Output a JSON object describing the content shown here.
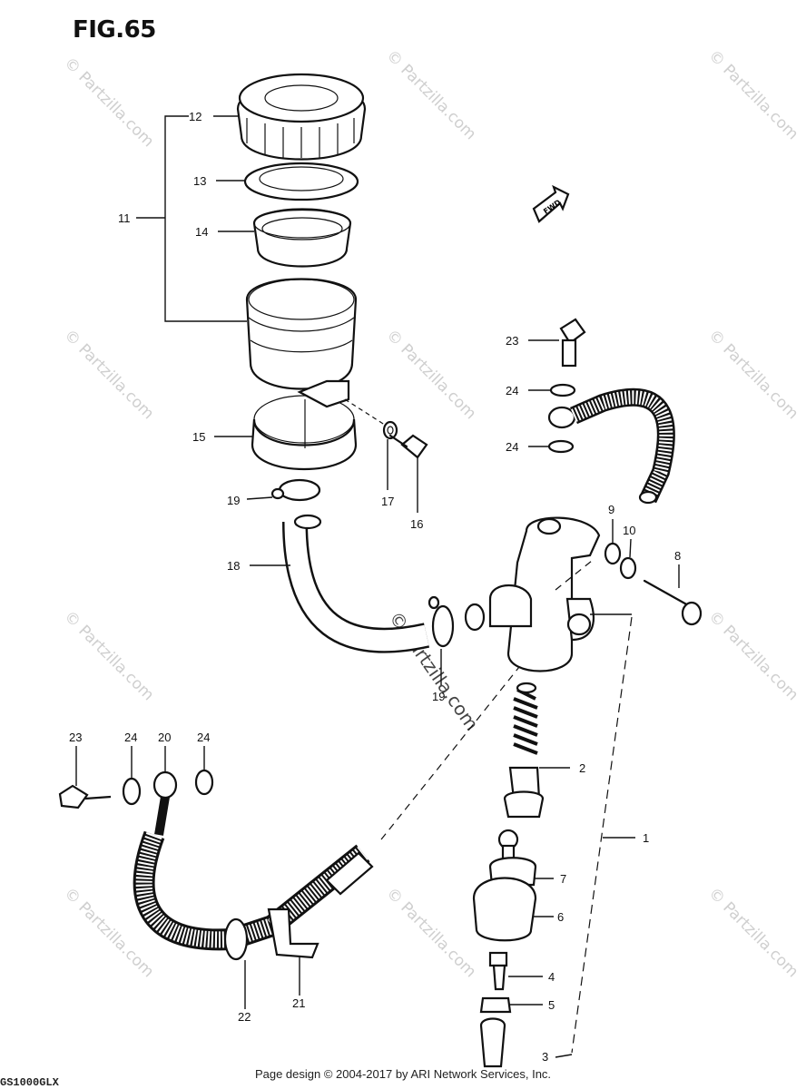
{
  "figure": {
    "title": "FIG.65"
  },
  "footer": {
    "copyright": "Page design © 2004-2017 by ARI Network Services, Inc.",
    "model_code": "GS1000GLX"
  },
  "watermark": {
    "text": "© Partzilla.com"
  },
  "front_arrow": {
    "label": "FWD",
    "icon": "front-arrow-icon"
  },
  "callouts": [
    {
      "id": "c12",
      "number": "12"
    },
    {
      "id": "c13",
      "number": "13"
    },
    {
      "id": "c11",
      "number": "11"
    },
    {
      "id": "c14",
      "number": "14"
    },
    {
      "id": "c15",
      "number": "15"
    },
    {
      "id": "c17",
      "number": "17"
    },
    {
      "id": "c16",
      "number": "16"
    },
    {
      "id": "c19a",
      "number": "19"
    },
    {
      "id": "c18",
      "number": "18"
    },
    {
      "id": "c19b",
      "number": "19"
    },
    {
      "id": "c23a",
      "number": "23"
    },
    {
      "id": "c24a",
      "number": "24"
    },
    {
      "id": "c24b",
      "number": "24"
    },
    {
      "id": "c9",
      "number": "9"
    },
    {
      "id": "c10",
      "number": "10"
    },
    {
      "id": "c8",
      "number": "8"
    },
    {
      "id": "c2",
      "number": "2"
    },
    {
      "id": "c1",
      "number": "1"
    },
    {
      "id": "c7",
      "number": "7"
    },
    {
      "id": "c6",
      "number": "6"
    },
    {
      "id": "c4",
      "number": "4"
    },
    {
      "id": "c5",
      "number": "5"
    },
    {
      "id": "c3",
      "number": "3"
    },
    {
      "id": "c23b",
      "number": "23"
    },
    {
      "id": "c24c",
      "number": "24"
    },
    {
      "id": "c20",
      "number": "20"
    },
    {
      "id": "c24d",
      "number": "24"
    },
    {
      "id": "c22",
      "number": "22"
    },
    {
      "id": "c21",
      "number": "21"
    }
  ]
}
